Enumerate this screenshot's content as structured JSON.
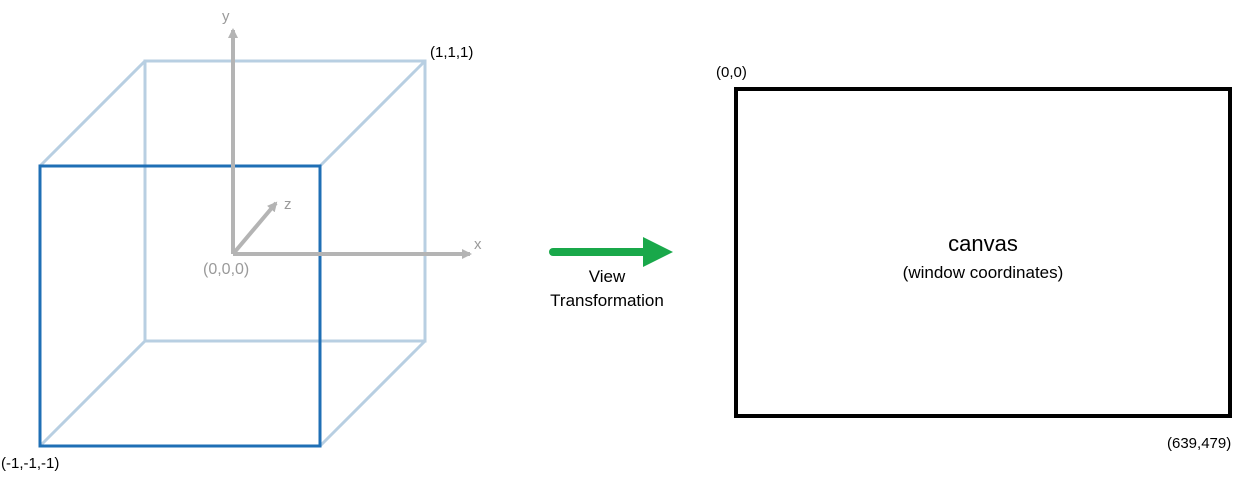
{
  "cube": {
    "corner_top_right": "(1,1,1)",
    "corner_bottom_left": "(-1,-1,-1)",
    "origin_label": "(0,0,0)",
    "axis_x_label": "x",
    "axis_y_label": "y",
    "axis_z_label": "z"
  },
  "transform": {
    "line1": "View",
    "line2": "Transformation"
  },
  "canvas": {
    "title": "canvas",
    "subtitle": "(window coordinates)",
    "corner_top_left": "(0,0)",
    "corner_bottom_right": "(639,479)"
  },
  "colors": {
    "cube_front": "#1f6fb5",
    "cube_back": "#b8cfe2",
    "axis": "#b4b4b4",
    "arrow": "#19a84a",
    "canvas_border": "#000000",
    "text": "#000000",
    "muted_text": "#9a9a9a"
  }
}
